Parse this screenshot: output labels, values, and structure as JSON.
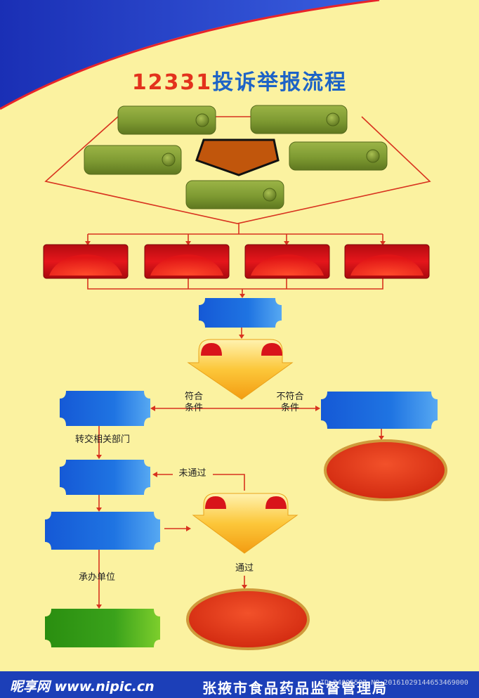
{
  "title": {
    "number": "12331",
    "text": "投诉举报流程"
  },
  "labels": {
    "qualified": "符合\n条件",
    "not_qualified": "不符合\n条件",
    "transfer": "转交相关部门",
    "not_passed": "未通过",
    "undertaker": "承办单位",
    "passed": "通过"
  },
  "footer": {
    "site_brand": "昵享网 www.nipic.cn",
    "organization": "张掖市食品药品监督管理局",
    "image_id": "ID:24005507 NO:20161029144653469000"
  },
  "colors": {
    "background": "#fbf2a0",
    "olive": "#7e9a32",
    "red": "#d8141a",
    "blue": "#1f74e2",
    "green": "#3aa21b",
    "connector": "#d8331f",
    "footer": "#1c3fb8"
  }
}
